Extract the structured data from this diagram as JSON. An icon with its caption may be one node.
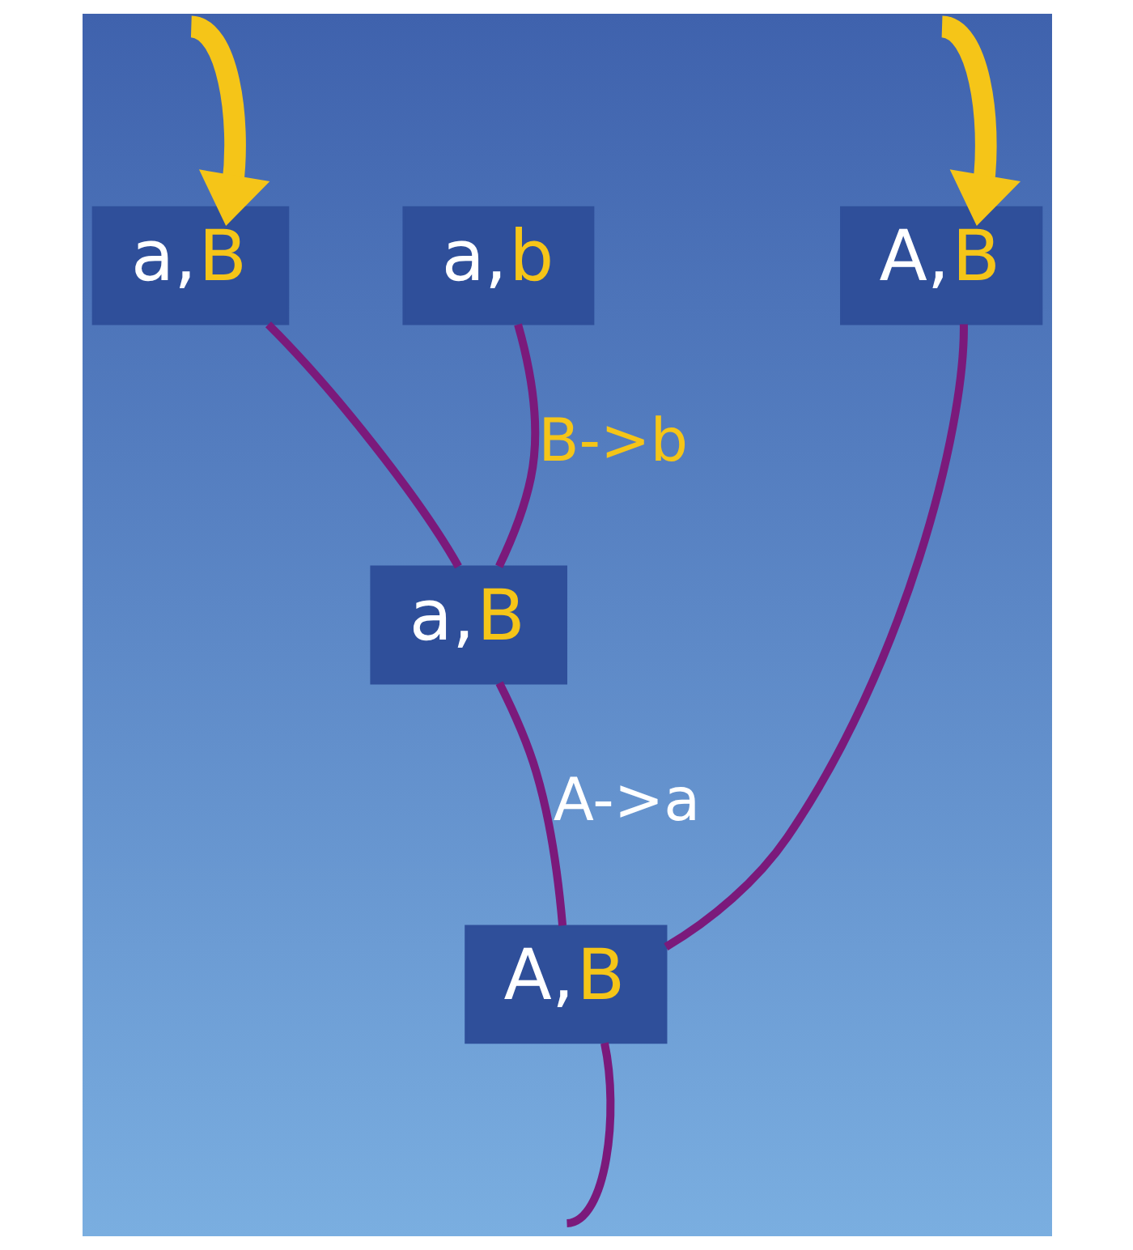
{
  "diagram": {
    "nodes": [
      {
        "text": [
          "A,B"
        ]
      },
      {
        "text": [
          "a,B"
        ]
      },
      {
        "text": [
          "a,b"
        ]
      },
      {
        "text": [
          "a,B"
        ]
      },
      {
        "text": [
          "A,B"
        ]
      }
    ],
    "edges": [
      {
        "from": 4,
        "to": 0,
        "arrow": "none"
      },
      {
        "from": 4,
        "to": 3,
        "arrow": "none",
        "label": "A->a"
      },
      {
        "from": 3,
        "to": 1,
        "arrow": "none"
      },
      {
        "from": 3,
        "to": 2,
        "arrow": "none",
        "label": "B->b"
      },
      {
        "from": 4,
        "to": null,
        "arrow": "none"
      },
      {
        "from": null,
        "to": 0,
        "arrow": "to",
        "style": "thick",
        "color": "#f5c518"
      },
      {
        "from": null,
        "to": 1,
        "arrow": "to",
        "style": "thick",
        "color": "#f5c518"
      }
    ]
  }
}
